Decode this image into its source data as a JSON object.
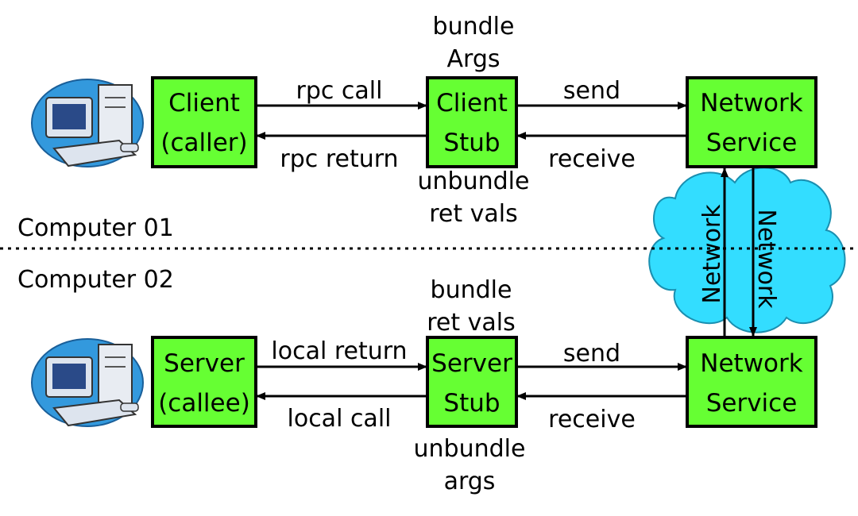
{
  "computers": {
    "top": "Computer 01",
    "bottom": "Computer 02"
  },
  "top_row": {
    "client": [
      "Client",
      "(caller)"
    ],
    "client_stub": [
      "Client",
      "Stub"
    ],
    "network_service": [
      "Network",
      "Service"
    ],
    "rpc_call": "rpc call",
    "rpc_return": "rpc return",
    "send": "send",
    "receive": "receive",
    "stub_above": [
      "bundle",
      "Args"
    ],
    "stub_below": [
      "unbundle",
      "ret vals"
    ]
  },
  "bottom_row": {
    "server": [
      "Server",
      "(callee)"
    ],
    "server_stub": [
      "Server",
      "Stub"
    ],
    "network_service": [
      "Network",
      "Service"
    ],
    "local_return": "local return",
    "local_call": "local call",
    "send": "send",
    "receive": "receive",
    "stub_above": [
      "bundle",
      "ret vals"
    ],
    "stub_below": [
      "unbundle",
      "args"
    ]
  },
  "network": {
    "left": "Network",
    "right": "Network"
  },
  "colors": {
    "box": "#66ff33",
    "cloud": "#33ddff",
    "line": "#000000"
  },
  "icons": [
    "computer-icon",
    "computer-icon"
  ]
}
